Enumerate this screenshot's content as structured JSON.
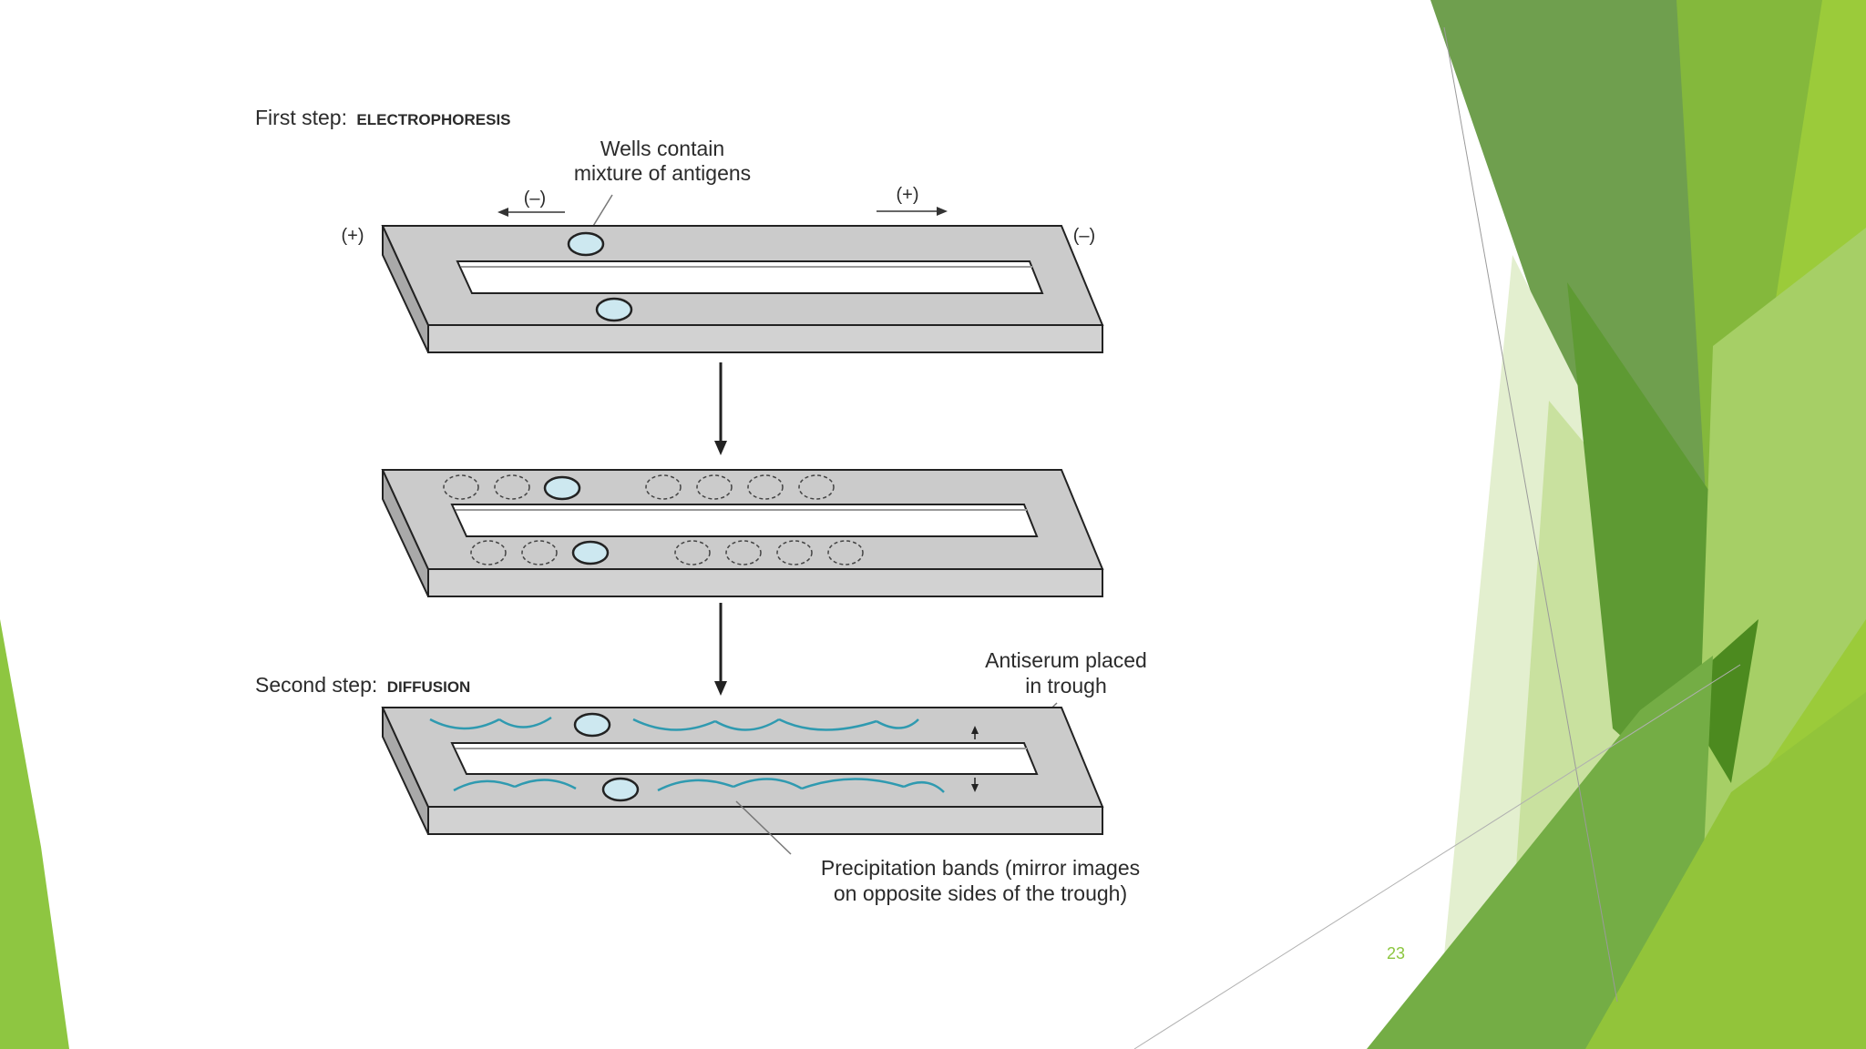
{
  "slide": {
    "page_number": "23",
    "colors": {
      "accent_green": "#8dc63f",
      "mid_green": "#6fa53a",
      "dark_green": "#4f8a22",
      "pale_green": "#dcebc6"
    }
  },
  "diagram": {
    "first_step": {
      "prefix": "First step:",
      "name": "ELECTROPHORESIS"
    },
    "second_step": {
      "prefix": "Second step:",
      "name": "DIFFUSION"
    },
    "wells_label": [
      "Wells contain",
      "mixture of antigens"
    ],
    "antiserum_label": [
      "Antiserum placed",
      "in trough"
    ],
    "bands_label": [
      "Precipitation bands (mirror images",
      "on opposite sides of the trough)"
    ],
    "polarity": {
      "left_arrow": "(–)",
      "right_arrow": "(+)",
      "left_end": "(+)",
      "right_end": "(–)"
    },
    "band_color": "#2f9ab0"
  }
}
